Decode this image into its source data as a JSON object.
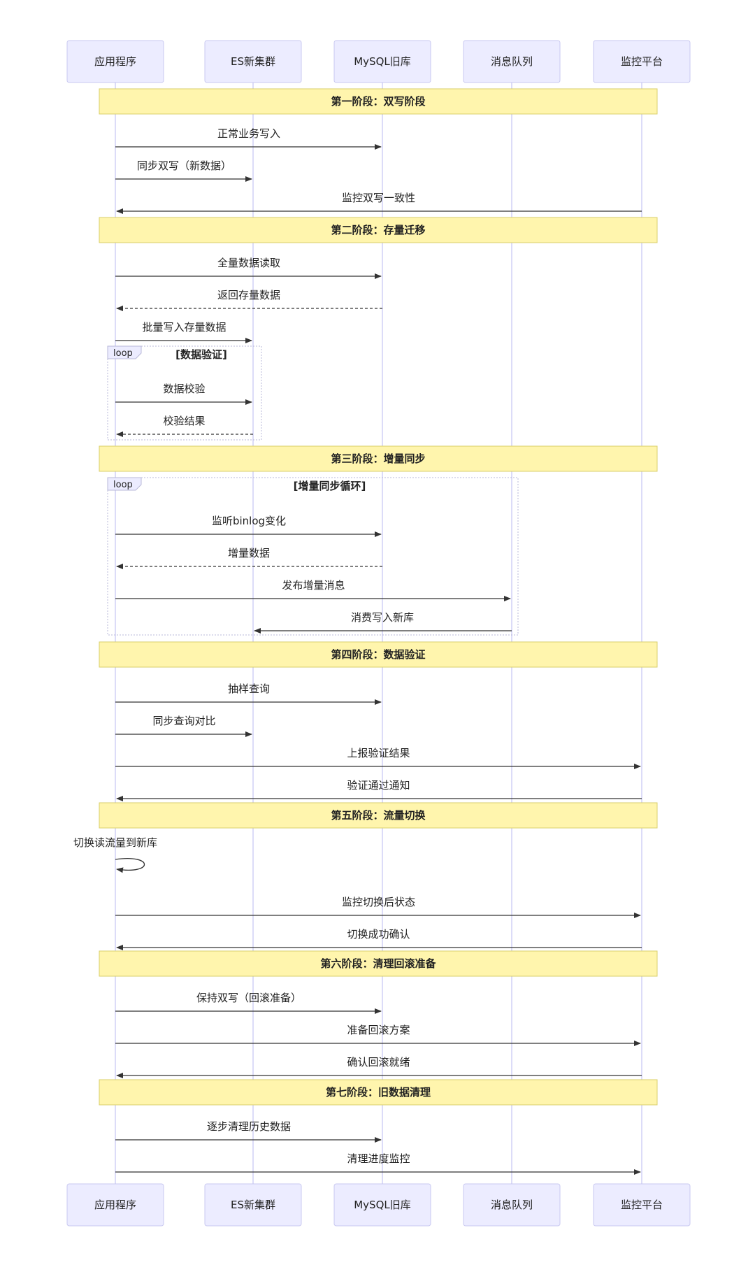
{
  "participants": [
    {
      "id": "app",
      "label": "应用程序"
    },
    {
      "id": "es",
      "label": "ES新集群"
    },
    {
      "id": "mysql",
      "label": "MySQL旧库"
    },
    {
      "id": "mq",
      "label": "消息队列"
    },
    {
      "id": "monitor",
      "label": "监控平台"
    }
  ],
  "notes": [
    {
      "label": "第一阶段：双写阶段"
    },
    {
      "label": "第二阶段：存量迁移"
    },
    {
      "label": "第三阶段：增量同步"
    },
    {
      "label": "第四阶段：数据验证"
    },
    {
      "label": "第五阶段：流量切换"
    },
    {
      "label": "第六阶段：清理回滚准备"
    },
    {
      "label": "第七阶段：旧数据清理"
    }
  ],
  "loops": [
    {
      "tag": "loop",
      "label": "[数据验证]"
    },
    {
      "tag": "loop",
      "label": "[增量同步循环]"
    }
  ],
  "messages": [
    {
      "from": "app",
      "to": "mysql",
      "label": "正常业务写入",
      "style": "solid"
    },
    {
      "from": "app",
      "to": "es",
      "label": "同步双写（新数据）",
      "style": "solid"
    },
    {
      "from": "monitor",
      "to": "app",
      "label": "监控双写一致性",
      "style": "solid"
    },
    {
      "from": "app",
      "to": "mysql",
      "label": "全量数据读取",
      "style": "solid"
    },
    {
      "from": "mysql",
      "to": "app",
      "label": "返回存量数据",
      "style": "dashed"
    },
    {
      "from": "app",
      "to": "es",
      "label": "批量写入存量数据",
      "style": "solid"
    },
    {
      "from": "app",
      "to": "es",
      "label": "数据校验",
      "style": "solid"
    },
    {
      "from": "es",
      "to": "app",
      "label": "校验结果",
      "style": "dashed"
    },
    {
      "from": "app",
      "to": "mysql",
      "label": "监听binlog变化",
      "style": "solid"
    },
    {
      "from": "mysql",
      "to": "app",
      "label": "增量数据",
      "style": "dashed"
    },
    {
      "from": "app",
      "to": "mq",
      "label": "发布增量消息",
      "style": "solid"
    },
    {
      "from": "mq",
      "to": "es",
      "label": "消费写入新库",
      "style": "solid"
    },
    {
      "from": "app",
      "to": "mysql",
      "label": "抽样查询",
      "style": "solid"
    },
    {
      "from": "app",
      "to": "es",
      "label": "同步查询对比",
      "style": "solid"
    },
    {
      "from": "app",
      "to": "monitor",
      "label": "上报验证结果",
      "style": "solid"
    },
    {
      "from": "monitor",
      "to": "app",
      "label": "验证通过通知",
      "style": "solid"
    },
    {
      "from": "app",
      "to": "app",
      "label": "切换读流量到新库",
      "style": "self"
    },
    {
      "from": "app",
      "to": "monitor",
      "label": "监控切换后状态",
      "style": "solid"
    },
    {
      "from": "monitor",
      "to": "app",
      "label": "切换成功确认",
      "style": "solid"
    },
    {
      "from": "app",
      "to": "mysql",
      "label": "保持双写（回滚准备）",
      "style": "solid"
    },
    {
      "from": "app",
      "to": "monitor",
      "label": "准备回滚方案",
      "style": "solid"
    },
    {
      "from": "monitor",
      "to": "app",
      "label": "确认回滚就绪",
      "style": "solid"
    },
    {
      "from": "app",
      "to": "mysql",
      "label": "逐步清理历史数据",
      "style": "solid"
    },
    {
      "from": "app",
      "to": "monitor",
      "label": "清理进度监控",
      "style": "solid"
    }
  ],
  "colors": {
    "participant_fill": "#ECECFF",
    "participant_stroke": "#C9C9F0",
    "lifeline": "#D0D0F5",
    "note_fill": "#FFF5AD",
    "note_stroke": "#D8CF6A",
    "arrow": "#333333",
    "loop_stroke": "#B8B8D8",
    "text": "#222222"
  }
}
